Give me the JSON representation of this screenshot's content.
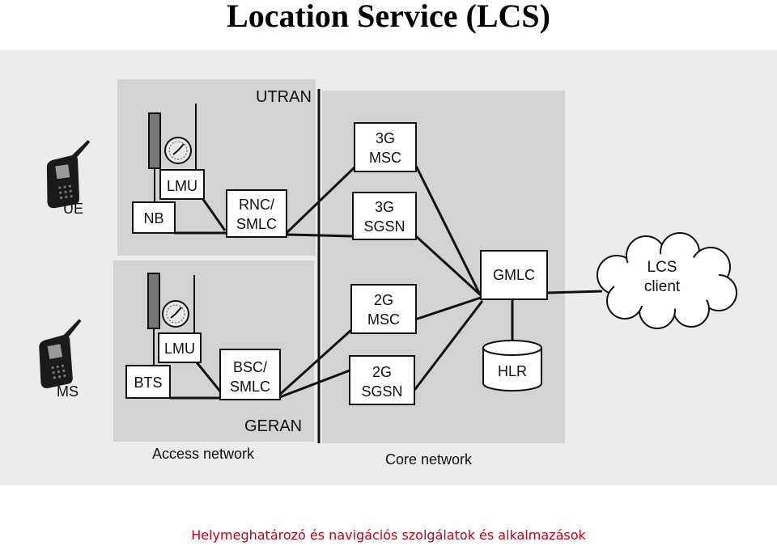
{
  "title": "Location Service (LCS)",
  "footer": "Helymeghatározó és navigációs szolgálatok és alkalmazások",
  "colors": {
    "scan_bg": "#ececec",
    "panel": "#d3d3d3",
    "box": "#ffffff",
    "footer_text": "#c00018"
  },
  "diagram": {
    "regions": {
      "utran": "UTRAN",
      "geran": "GERAN",
      "access_network": "Access network",
      "core_network": "Core network"
    },
    "terminals": {
      "ue": "UE",
      "ms": "MS"
    },
    "nodes": {
      "nb": "NB",
      "lmu_top": "LMU",
      "lmu_bottom": "LMU",
      "bts": "BTS",
      "rnc_smlc": [
        "RNC/",
        "SMLC"
      ],
      "bsc_smlc": [
        "BSC/",
        "SMLC"
      ],
      "msc_3g": [
        "3G",
        "MSC"
      ],
      "sgsn_3g": [
        "3G",
        "SGSN"
      ],
      "msc_2g": [
        "2G",
        "MSC"
      ],
      "sgsn_2g": [
        "2G",
        "SGSN"
      ],
      "gmlc": "GMLC",
      "hlr": "HLR",
      "lcs_client": [
        "LCS",
        "client"
      ]
    }
  }
}
